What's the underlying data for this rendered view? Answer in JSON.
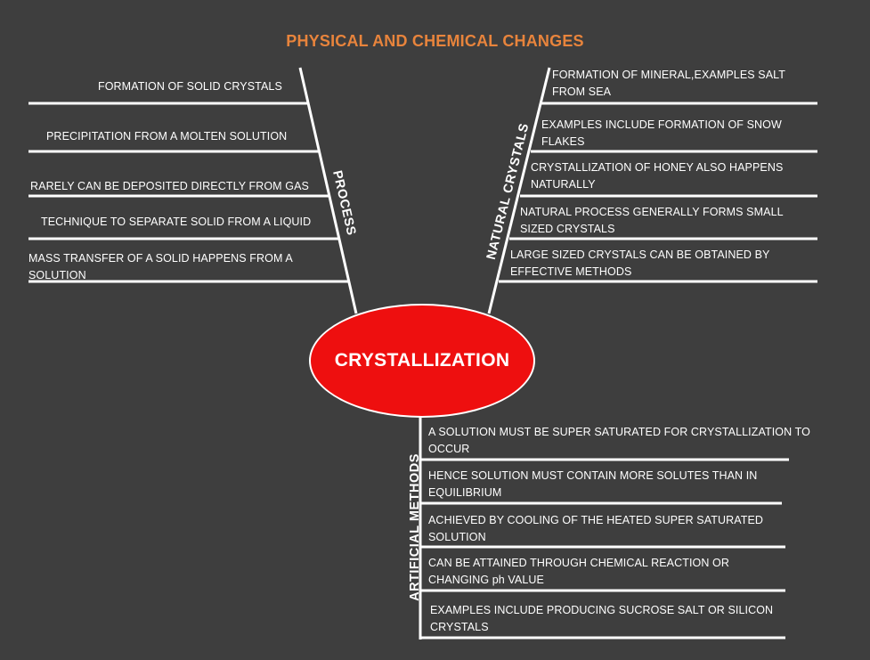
{
  "title": "PHYSICAL AND CHEMICAL CHANGES",
  "center": "CRYSTALLIZATION",
  "branches": {
    "process": {
      "label": "PROCESS",
      "items": [
        "FORMATION OF SOLID CRYSTALS",
        "PRECIPITATION FROM A MOLTEN SOLUTION",
        "RARELY CAN BE DEPOSITED DIRECTLY FROM GAS",
        "TECHNIQUE TO SEPARATE SOLID FROM A LIQUID",
        "MASS TRANSFER OF A SOLID HAPPENS FROM A SOLUTION"
      ]
    },
    "natural": {
      "label": "NATURAL CRYSTALS",
      "items": [
        "FORMATION OF MINERAL,EXAMPLES SALT FROM SEA",
        "EXAMPLES INCLUDE FORMATION OF SNOW FLAKES",
        "CRYSTALLIZATION OF HONEY ALSO HAPPENS NATURALLY",
        "NATURAL PROCESS GENERALLY FORMS SMALL SIZED CRYSTALS",
        "LARGE SIZED CRYSTALS CAN BE OBTAINED BY EFFECTIVE METHODS"
      ]
    },
    "artificial": {
      "label": "ARTIFICIAL METHODS",
      "items": [
        "A SOLUTION MUST BE SUPER SATURATED FOR CRYSTALLIZATION TO OCCUR",
        "HENCE SOLUTION MUST CONTAIN MORE SOLUTES THAN IN EQUILIBRIUM",
        "ACHIEVED BY COOLING OF THE HEATED SUPER SATURATED SOLUTION",
        "CAN BE ATTAINED THROUGH CHEMICAL REACTION OR CHANGING ph VALUE",
        "EXAMPLES INCLUDE PRODUCING SUCROSE SALT OR SILICON CRYSTALS"
      ]
    }
  },
  "colors": {
    "background": "#3e3e3e",
    "title": "#e8843c",
    "center_fill": "#ee0f0f",
    "lines": "#ffffff",
    "text": "#ffffff"
  }
}
